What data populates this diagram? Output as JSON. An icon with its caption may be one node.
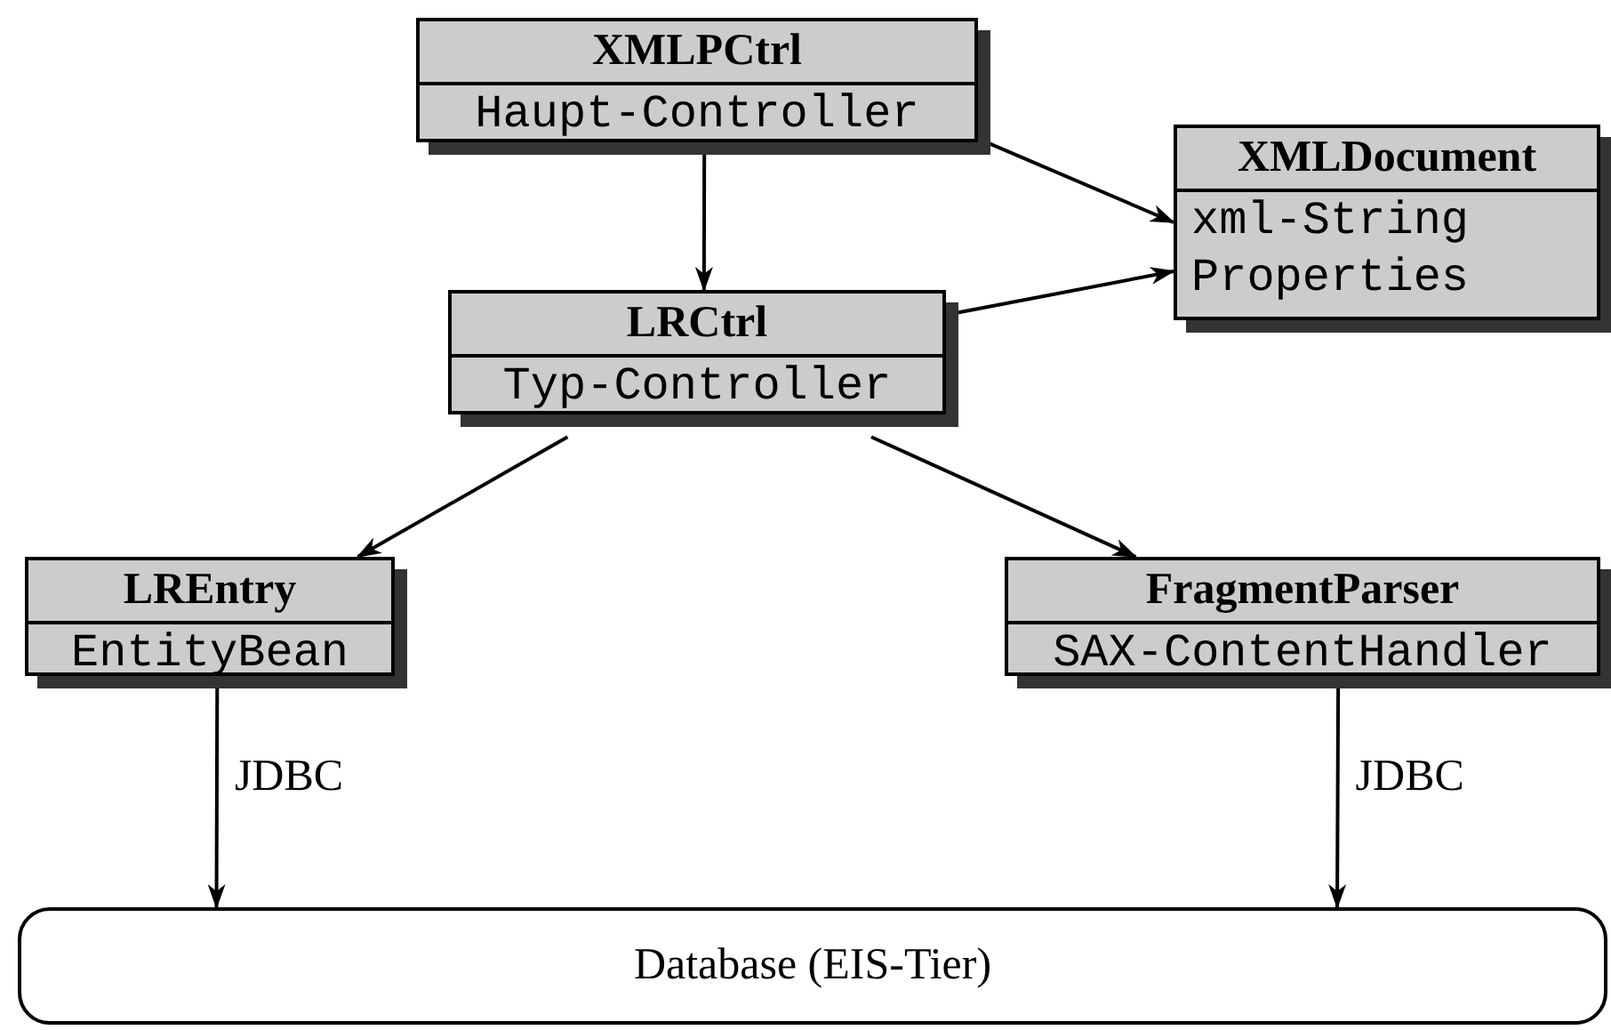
{
  "diagram": {
    "nodes": [
      {
        "text": [
          "XMLPCtrl",
          "Haupt-Controller"
        ]
      },
      {
        "text": [
          "XMLDocument",
          "xml-String",
          "Properties"
        ]
      },
      {
        "text": [
          "LRCtrl",
          "Typ-Controller"
        ]
      },
      {
        "text": [
          "LREntry",
          "EntityBean"
        ]
      },
      {
        "text": [
          "FragmentParser",
          "SAX-ContentHandler"
        ]
      },
      {
        "text": [
          "Database (EIS-Tier)"
        ]
      }
    ],
    "edges": [
      {
        "from": 0,
        "to": 2,
        "arrow": "to"
      },
      {
        "from": 0,
        "to": 1,
        "arrow": "to"
      },
      {
        "from": 2,
        "to": 1,
        "arrow": "to"
      },
      {
        "from": 2,
        "to": 3,
        "arrow": "to"
      },
      {
        "from": 2,
        "to": 4,
        "arrow": "to"
      },
      {
        "from": 3,
        "to": 5,
        "arrow": "to",
        "label": "JDBC"
      },
      {
        "from": 4,
        "to": 5,
        "arrow": "to",
        "label": "JDBC"
      }
    ]
  }
}
